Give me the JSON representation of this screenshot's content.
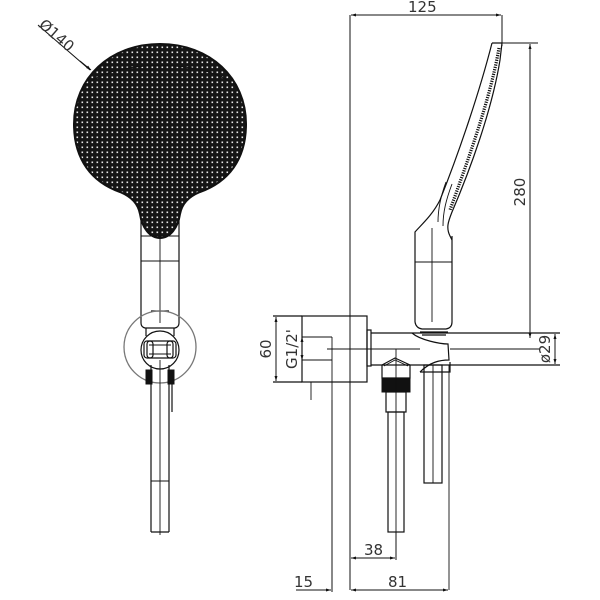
{
  "drawing": {
    "type": "technical dimension drawing",
    "subject": "hand shower with wall bracket and hose outlet",
    "colors": {
      "line": "#111111",
      "text": "#333333",
      "background": "#ffffff",
      "ring": "#777777"
    }
  },
  "front_view": {
    "head_diameter_label": "Ø140"
  },
  "side_view": {
    "dimensions": {
      "overall_width": "125",
      "head_height": "280",
      "outlet_diameter": "ø29",
      "flange_height": "60",
      "thread": "G1/2'",
      "hose_offset": "38",
      "wall_offset": "15",
      "depth": "81"
    }
  }
}
